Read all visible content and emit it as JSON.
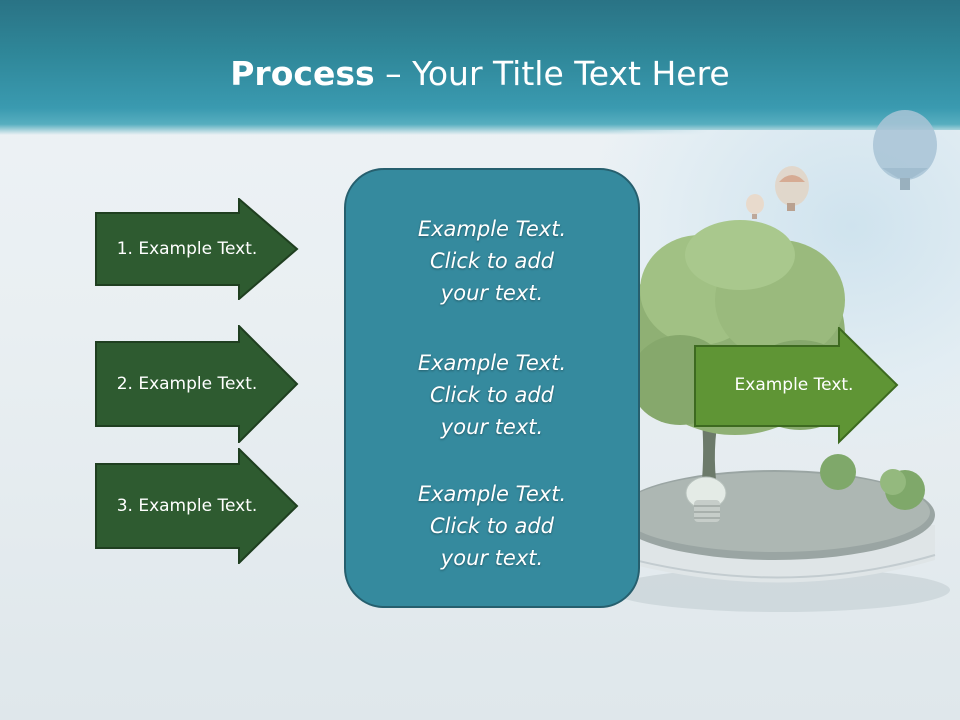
{
  "slide": {
    "title_bold": "Process",
    "title_rest": " – Your Title Text Here"
  },
  "left_arrows": [
    {
      "label": "1. Example Text."
    },
    {
      "label": "2. Example Text."
    },
    {
      "label": "3. Example Text."
    }
  ],
  "center_box": {
    "items": [
      {
        "text": "Example Text.\nClick  to add\nyour text."
      },
      {
        "text": "Example Text.\nClick  to add\nyour text."
      },
      {
        "text": "Example Text.\nClick  to add\nyour text."
      }
    ]
  },
  "right_arrow": {
    "label": "Example Text."
  },
  "colors": {
    "header": "#2f8799",
    "dark_green_arrow": "#2e5b30",
    "light_green_arrow": "#5f9535",
    "center_box": "#358a9e"
  }
}
